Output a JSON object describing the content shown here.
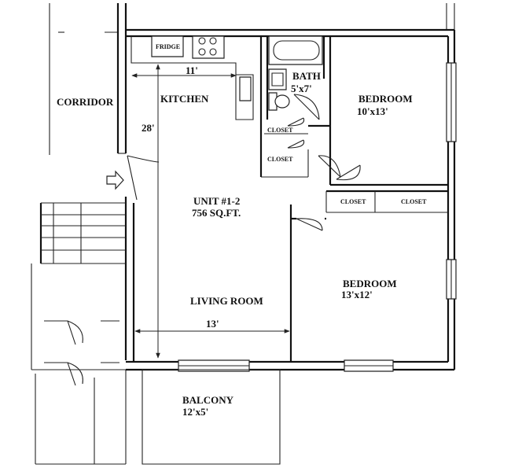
{
  "labels": {
    "corridor": "CORRIDOR",
    "kitchen": "KITCHEN",
    "fridge": "FRIDGE",
    "bath": "BATH",
    "bath_size": "5'x7'",
    "bedroom1": "BEDROOM",
    "bedroom1_size": "10'x13'",
    "closet_a": "CLOSET",
    "closet_b": "CLOSET",
    "closet_c": "CLOSET",
    "closet_d": "CLOSET",
    "unit": "UNIT #1-2",
    "area": "756 SQ.FT.",
    "living": "LIVING ROOM",
    "bedroom2": "BEDROOM",
    "bedroom2_size": "13'x12'",
    "balcony": "BALCONY",
    "balcony_size": "12'x5'"
  },
  "dimensions": {
    "kitchen_width": "11'",
    "depth": "28'",
    "living_width": "13'"
  }
}
